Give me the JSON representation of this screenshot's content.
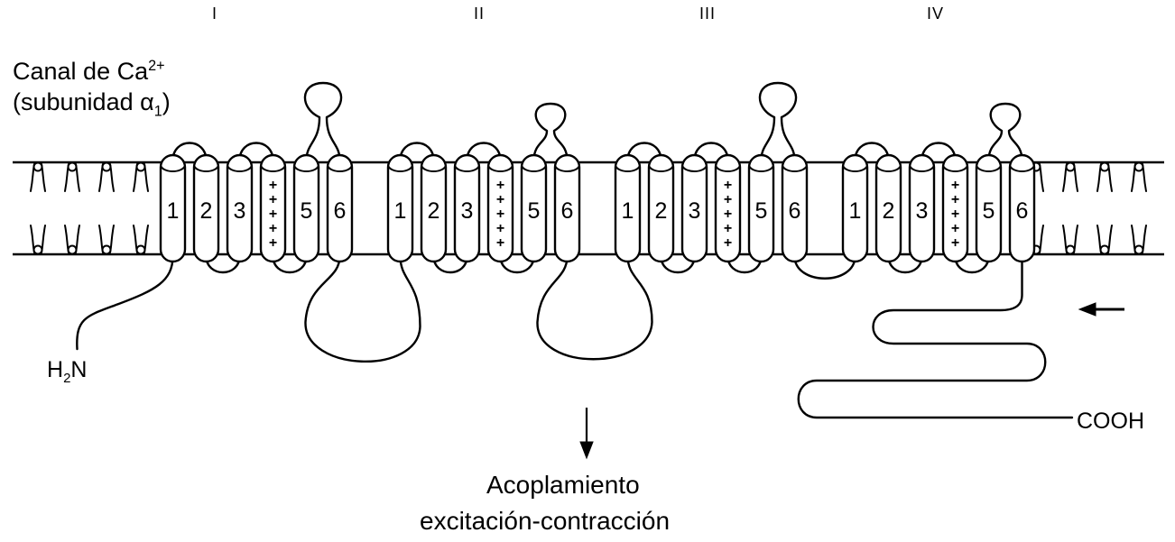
{
  "title": {
    "line1": "Canal de Ca",
    "line1_sup": "2+",
    "line2": "(subunidad α",
    "line2_sub": "1",
    "line2_end": ")"
  },
  "domains": [
    {
      "label": "I",
      "helices": [
        "1",
        "2",
        "3",
        "+",
        "5",
        "6"
      ]
    },
    {
      "label": "II",
      "helices": [
        "1",
        "2",
        "3",
        "+",
        "5",
        "6"
      ]
    },
    {
      "label": "III",
      "helices": [
        "1",
        "2",
        "3",
        "+",
        "5",
        "6"
      ]
    },
    {
      "label": "IV",
      "helices": [
        "1",
        "2",
        "3",
        "+",
        "5",
        "6"
      ]
    }
  ],
  "termini": {
    "n_pre": "H",
    "n_sub": "2",
    "n_post": "N",
    "c": "COOH"
  },
  "caption": {
    "line1": "Acoplamiento",
    "line2": "excitación-contracción"
  },
  "colors": {
    "ink": "#000000",
    "paper": "#ffffff"
  }
}
